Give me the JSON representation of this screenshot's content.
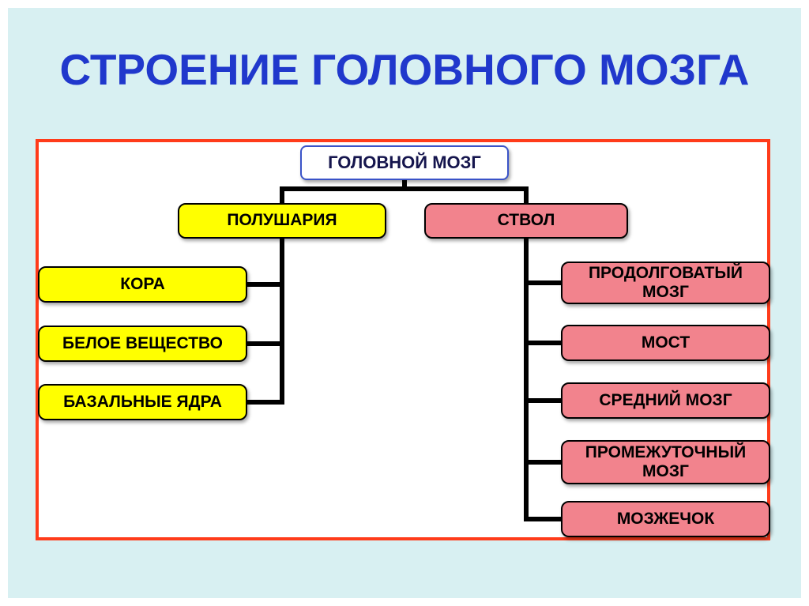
{
  "slide": {
    "title": "СТРОЕНИЕ ГОЛОВНОГО МОЗГА"
  },
  "colors": {
    "background": "#d8f0f2",
    "title_text": "#2038cc",
    "frame_border": "#ff3b1a",
    "frame_fill": "#ffffff",
    "root_fill": "#ffffff",
    "root_border": "#3a53c8",
    "root_text": "#15154d",
    "hemispheres_fill": "#ffff00",
    "stem_fill": "#f2838d",
    "node_border": "#000000",
    "node_text": "#000000",
    "connector": "#000000"
  },
  "diagram": {
    "root": {
      "label": "ГОЛОВНОЙ МОЗГ"
    },
    "left": {
      "label": "ПОЛУШАРИЯ",
      "children": [
        {
          "label": "КОРА"
        },
        {
          "label": "БЕЛОЕ ВЕЩЕСТВО"
        },
        {
          "label": "БАЗАЛЬНЫЕ ЯДРА"
        }
      ]
    },
    "right": {
      "label": "СТВОЛ",
      "children": [
        {
          "label": "ПРОДОЛГОВАТЫЙ МОЗГ"
        },
        {
          "label": "МОСТ"
        },
        {
          "label": "СРЕДНИЙ МОЗГ"
        },
        {
          "label": "ПРОМЕЖУТОЧНЫЙ МОЗГ"
        },
        {
          "label": "МОЗЖЕЧОК"
        }
      ]
    }
  }
}
